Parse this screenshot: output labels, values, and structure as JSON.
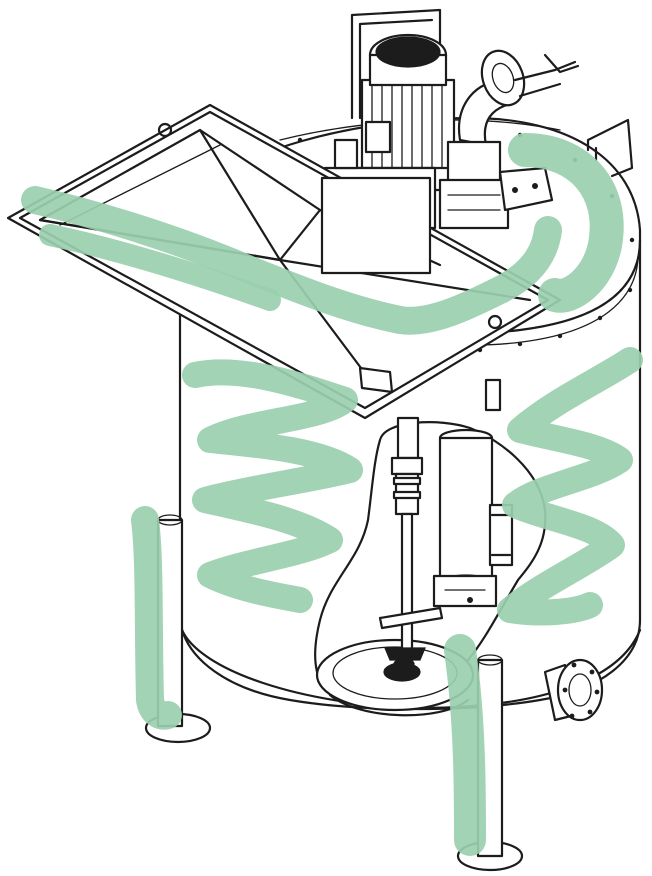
{
  "highlight": {
    "color": "#9acfae",
    "stroke_color": "#8fcaa6"
  },
  "line_color": "#1c1c1c",
  "background": "#ffffff",
  "parts": [
    "hopper",
    "motor",
    "discharge-pipe",
    "tank-body",
    "agitator-shaft",
    "impeller",
    "pump-column",
    "inlet-flange",
    "support-legs"
  ]
}
